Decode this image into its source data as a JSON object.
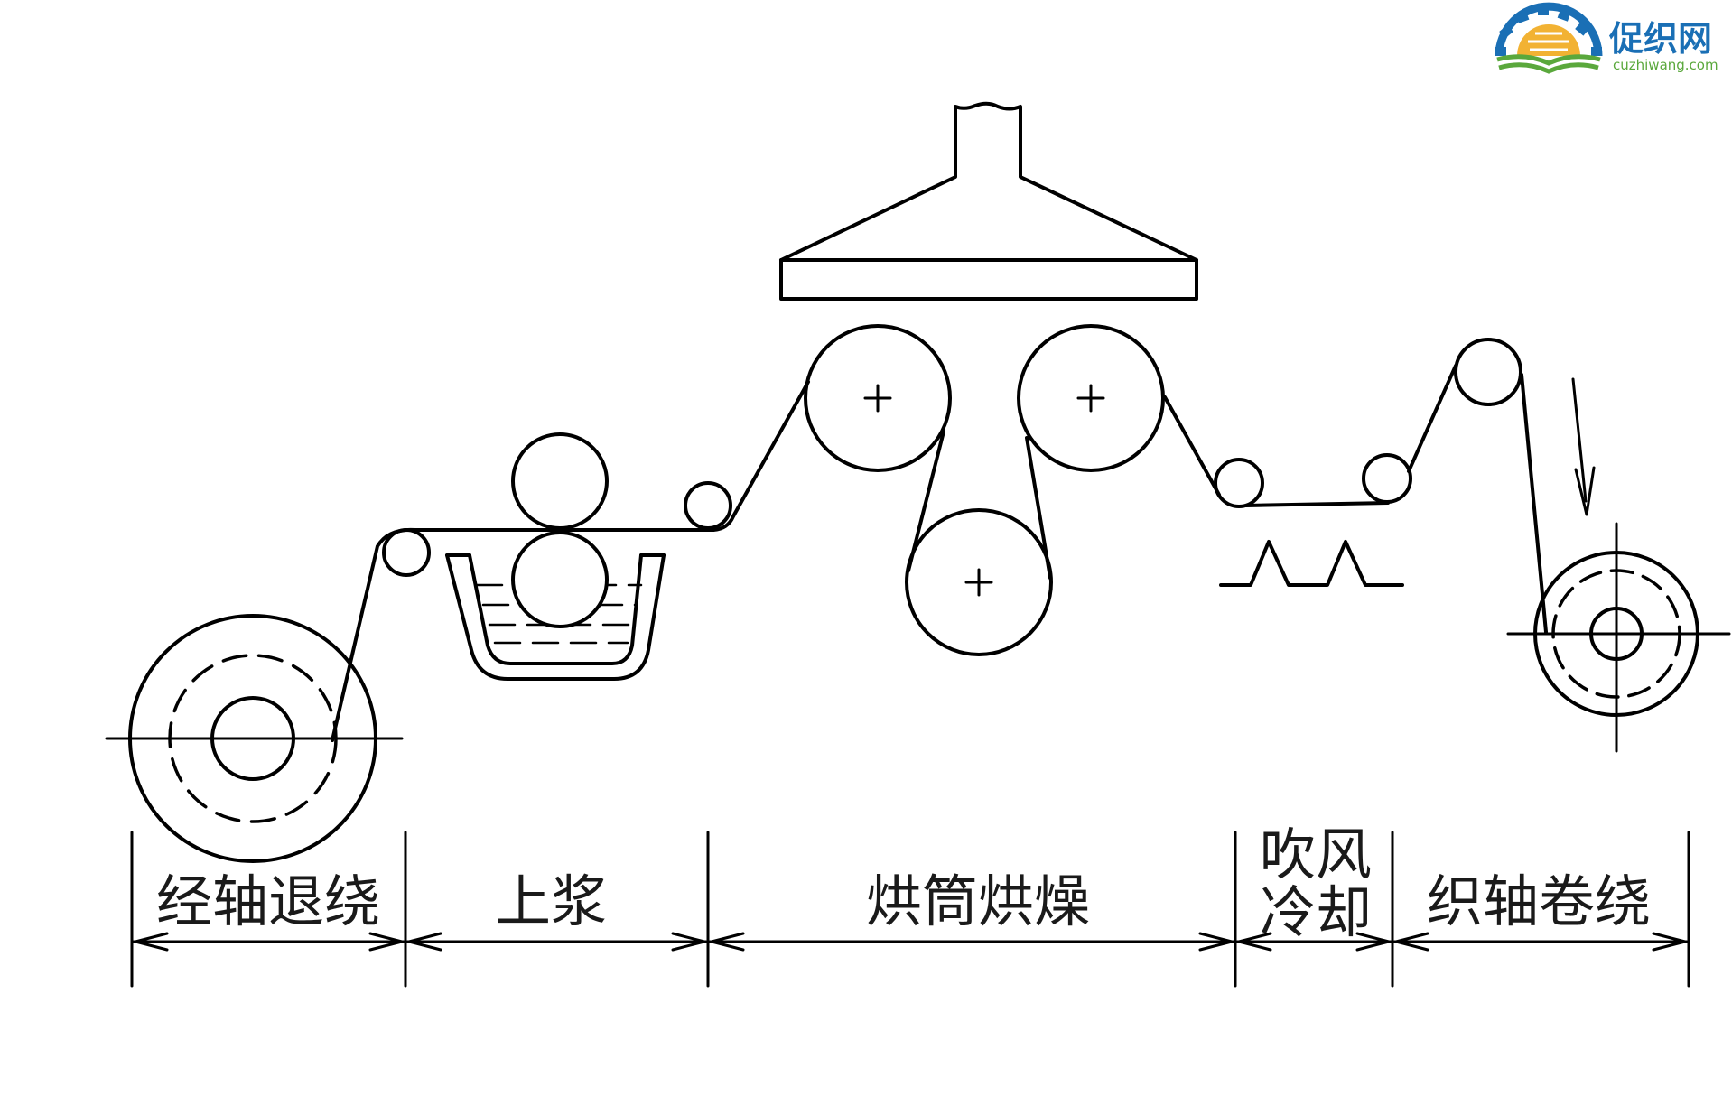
{
  "logo": {
    "name": "促织网",
    "url_text": "cuzhiwang.com",
    "colors": {
      "gear": "#1a6fb5",
      "wheat": "#f2b233",
      "book": "#5aa83c",
      "text": "#1a6fb5"
    }
  },
  "stages": [
    {
      "id": "warp-unwinding",
      "label_lines": [
        "经轴退绕"
      ]
    },
    {
      "id": "sizing",
      "label_lines": [
        "上浆"
      ]
    },
    {
      "id": "cylinder-drying",
      "label_lines": [
        "烘筒烘燥"
      ]
    },
    {
      "id": "air-cooling",
      "label_lines": [
        "吹风",
        "冷却"
      ]
    },
    {
      "id": "beam-winding",
      "label_lines": [
        "织轴卷绕"
      ]
    }
  ],
  "colors": {
    "line": "#000000",
    "background": "#ffffff"
  }
}
